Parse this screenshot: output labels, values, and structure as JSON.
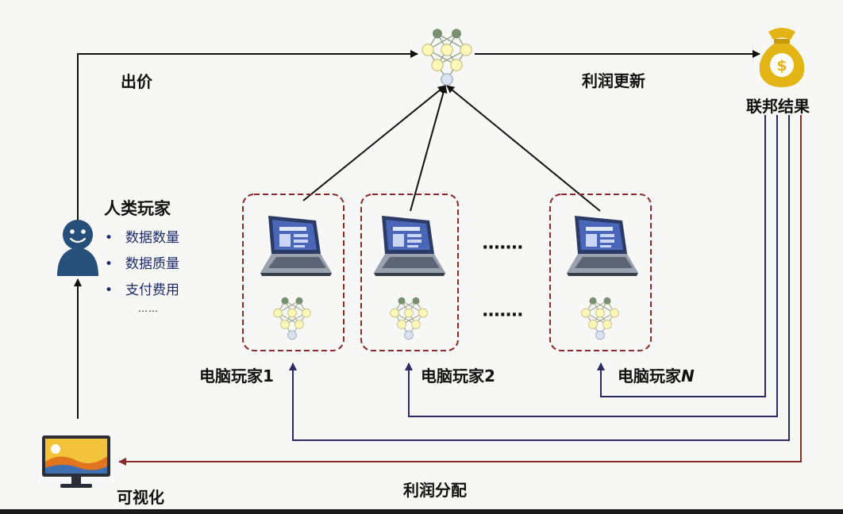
{
  "labels": {
    "bid": "出价",
    "profit_update": "利润更新",
    "federated_result": "联邦结果",
    "human_player": "人类玩家",
    "visualization": "可视化",
    "profit_distribution": "利润分配"
  },
  "bullets": [
    "数据数量",
    "数据质量",
    "支付费用"
  ],
  "ellipsis_small": "……",
  "computer_players": [
    {
      "label": "电脑玩家1"
    },
    {
      "label": "电脑玩家2"
    },
    {
      "label": "电脑玩家",
      "suffix": "N"
    }
  ],
  "ellipsis_between": "·······",
  "colors": {
    "arrow_dark": "#111111",
    "arrow_navy": "#2c2a66",
    "arrow_red": "#8b2a2a",
    "box_border": "#8b2a2a",
    "gold": "#e2b515",
    "person": "#26507a"
  }
}
